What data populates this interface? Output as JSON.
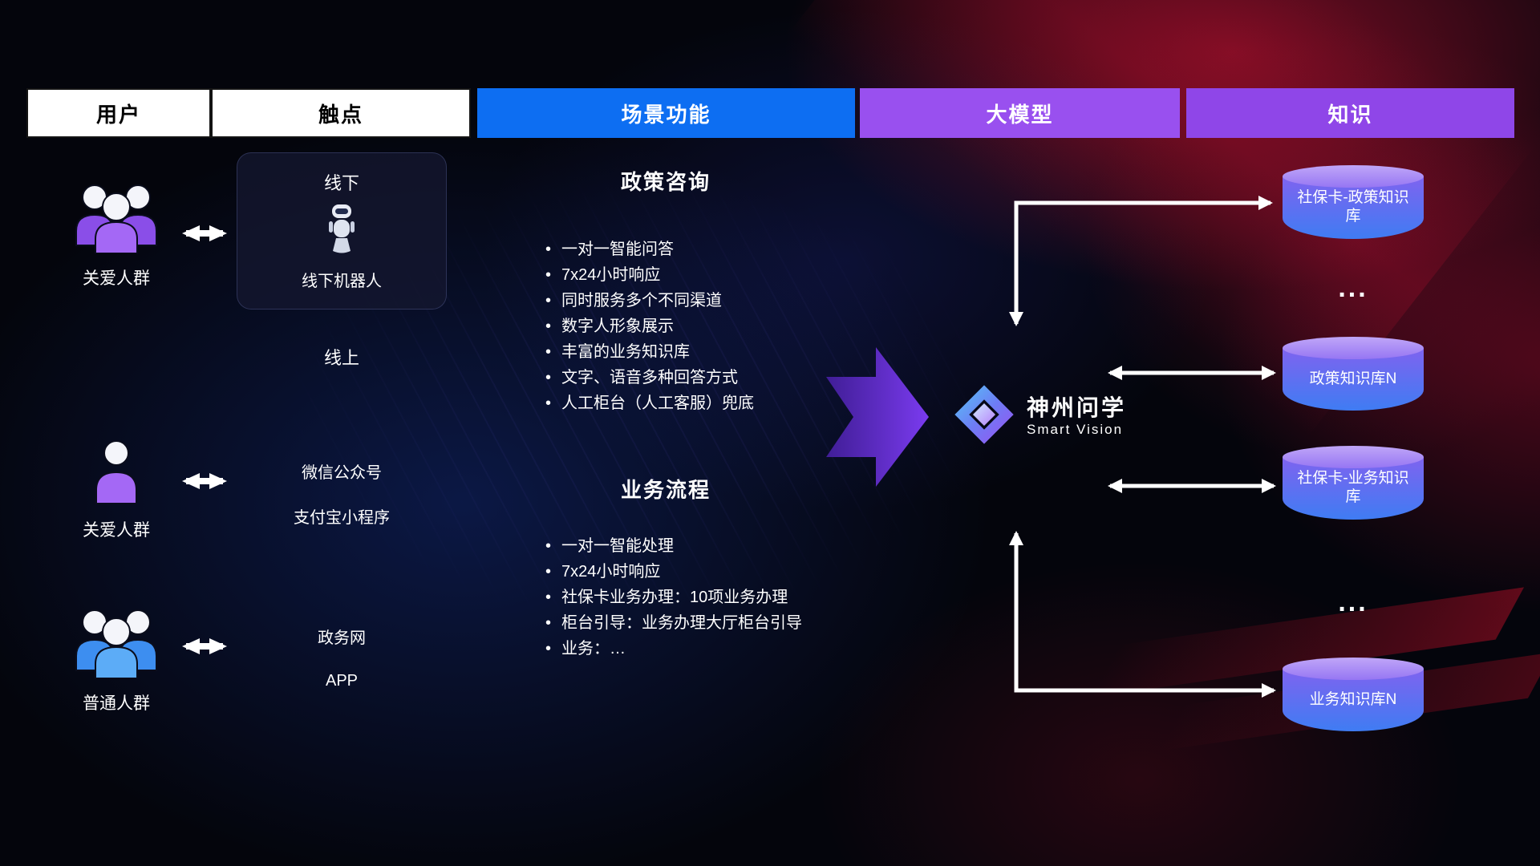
{
  "headers": [
    {
      "label": "用户"
    },
    {
      "label": "触点"
    },
    {
      "label": "场景功能"
    },
    {
      "label": "大模型"
    },
    {
      "label": "知识"
    }
  ],
  "users": [
    {
      "label": "关爱人群",
      "icon": "group-people-icon",
      "color": "purple"
    },
    {
      "label": "关爱人群",
      "icon": "person-icon",
      "color": "purple"
    },
    {
      "label": "普通人群",
      "icon": "group-people-icon",
      "color": "blue"
    }
  ],
  "touchpoints": {
    "offline_title": "线下",
    "offline_caption": "线下机器人",
    "offline_icon": "robot-icon",
    "online_label": "线上",
    "wechat": "微信公众号",
    "alipay": "支付宝小程序",
    "gov_web": "政务网",
    "app": "APP"
  },
  "scenarios": [
    {
      "title": "政策咨询",
      "bullets": [
        "一对一智能问答",
        "7x24小时响应",
        "同时服务多个不同渠道",
        "数字人形象展示",
        "丰富的业务知识库",
        "文字、语音多种回答方式",
        "人工柜台（人工客服）兜底"
      ]
    },
    {
      "title": "业务流程",
      "bullets": [
        "一对一智能处理",
        "7x24小时响应",
        "社保卡业务办理：10项业务办理",
        "柜台引导：业务办理大厅柜台引导",
        "业务：…"
      ]
    }
  ],
  "model": {
    "name": "神州问学",
    "subtitle": "Smart Vision",
    "logo": "diamond-logo"
  },
  "knowledge": {
    "db1": "社保卡-政策知识库",
    "ellipsis1": "...",
    "db2": "政策知识库N",
    "db3": "社保卡-业务知识库",
    "ellipsis2": "...",
    "db4": "业务知识库N"
  },
  "colors": {
    "scene_blue": "#0d6ef2",
    "model_purple": "#9950ef",
    "knowledge_purple": "#8f46e8",
    "user_purple": "#a468f5",
    "user_blue": "#5cacf7",
    "cylinder_top": "#c0a6f8",
    "cylinder_body_top": "#7f63ef",
    "cylinder_body_bottom": "#3f7cf3",
    "arrow_white": "#ffffff"
  }
}
